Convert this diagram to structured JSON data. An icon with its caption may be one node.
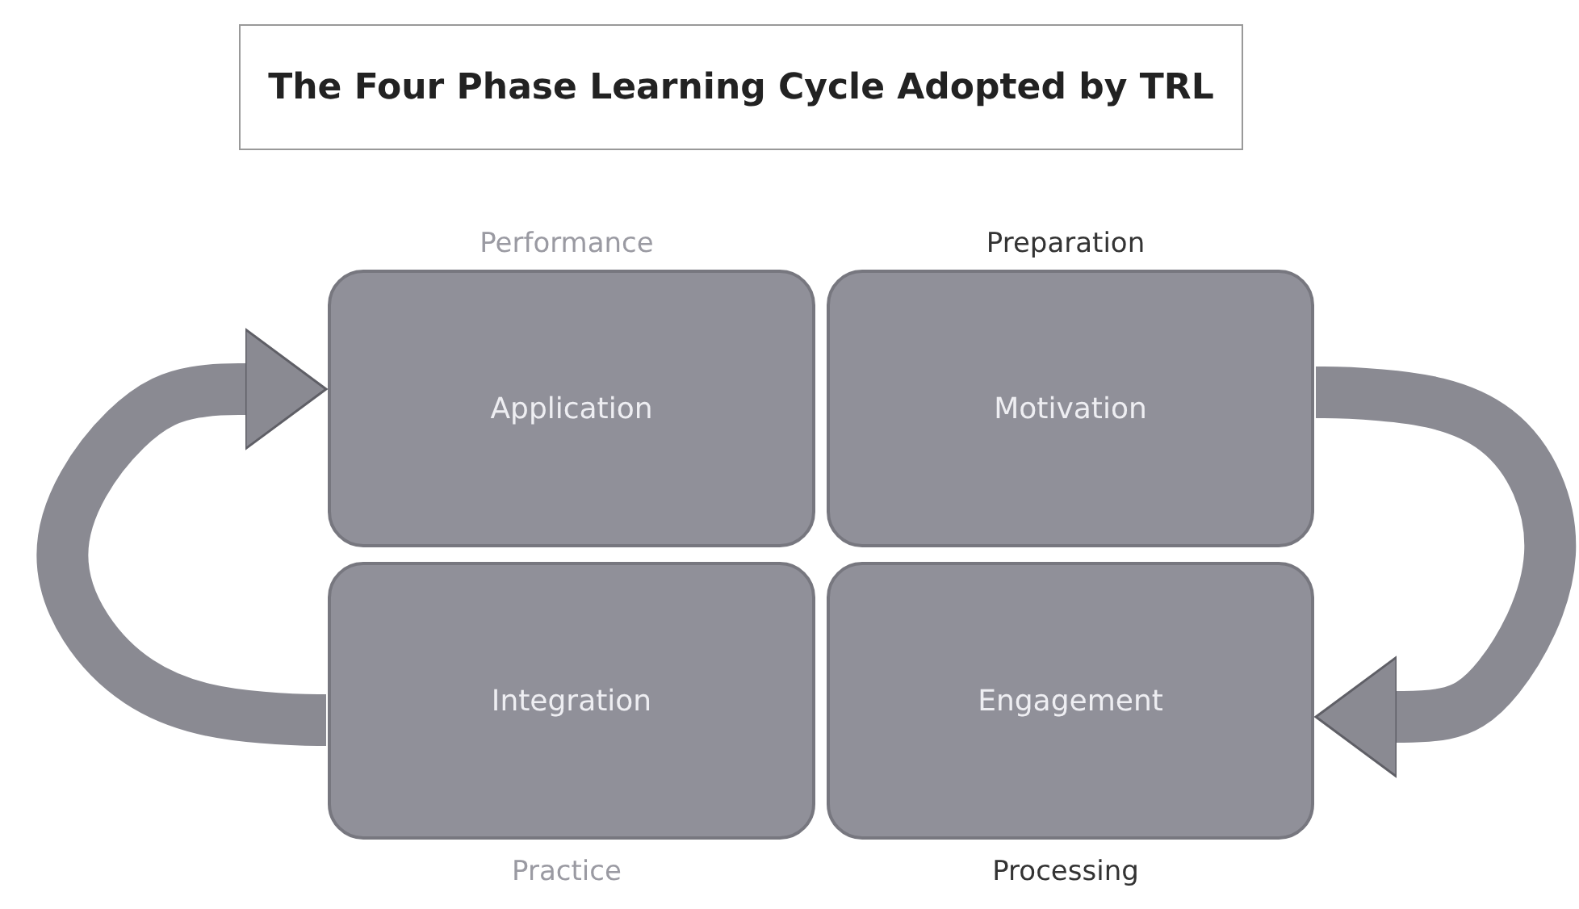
{
  "diagram": {
    "title": "The Four Phase Learning Cycle Adopted by TRL",
    "nodes": [
      {
        "text": [
          "Application"
        ],
        "beside": [
          "Performance"
        ]
      },
      {
        "text": [
          "Motivation"
        ],
        "beside": [
          "Preparation"
        ]
      },
      {
        "text": [
          "Integration"
        ],
        "beside": [
          "Practice"
        ]
      },
      {
        "text": [
          "Engagement"
        ],
        "beside": [
          "Processing"
        ]
      }
    ],
    "edges": [
      {
        "from": 1,
        "to": 3,
        "arrow": "to"
      },
      {
        "from": 2,
        "to": 0,
        "arrow": "to"
      }
    ]
  }
}
